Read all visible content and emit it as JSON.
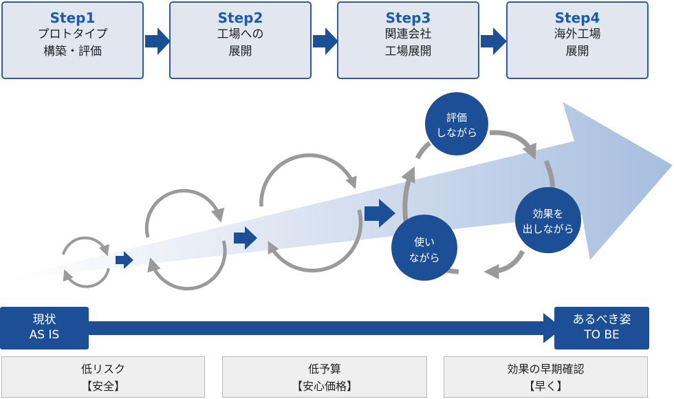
{
  "steps": [
    {
      "title": "Step1",
      "line1": "プロトタイプ",
      "line2": "構築・評価"
    },
    {
      "title": "Step2",
      "line1": "工場への",
      "line2": "展開"
    },
    {
      "title": "Step3",
      "line1": "関連会社",
      "line2": "工場展開"
    },
    {
      "title": "Step4",
      "line1": "海外工場",
      "line2": "展開"
    }
  ],
  "cycle": {
    "top_line1": "評価",
    "top_line2": "しながら",
    "right_line1": "効果を",
    "right_line2": "出しながら",
    "left_line1": "使い",
    "left_line2": "ながら"
  },
  "timeline": {
    "start_line1": "現状",
    "start_line2": "AS IS",
    "end_line1": "あるべき姿",
    "end_line2": "TO BE"
  },
  "benefits": [
    {
      "line1": "低リスク",
      "line2": "【安全】"
    },
    {
      "line1": "低予算",
      "line2": "【安心価格】"
    },
    {
      "line1": "効果の早期確認",
      "line2": "【早く】"
    }
  ],
  "colors": {
    "primary": "#1c4f96",
    "step_fill": "#e1e6ef",
    "cycle_gray": "#9a9a9a"
  }
}
